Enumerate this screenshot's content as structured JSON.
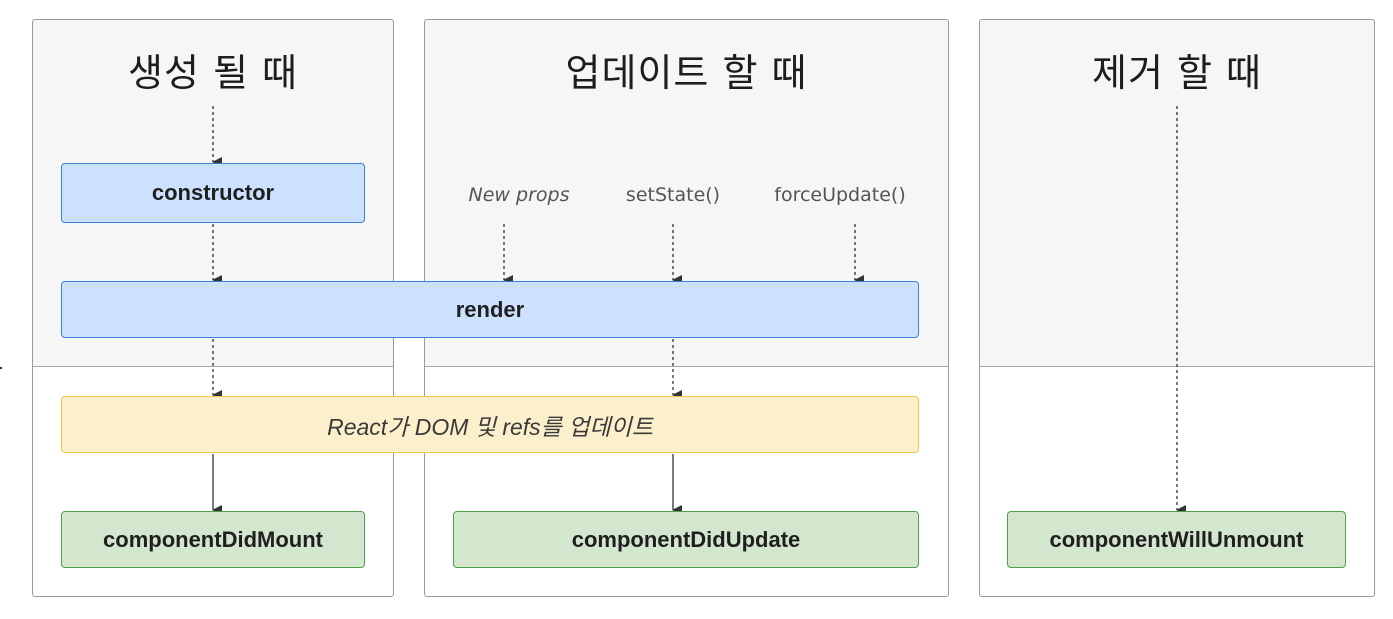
{
  "columns": [
    {
      "title": "생성 될 때"
    },
    {
      "title": "업데이트 할 때"
    },
    {
      "title": "제거 할 때"
    }
  ],
  "triggers": {
    "new_props": "New props",
    "set_state": "setState()",
    "force_update": "forceUpdate()"
  },
  "boxes": {
    "constructor": "constructor",
    "render": "render",
    "react_updates": "React가 DOM 및 refs를 업데이트",
    "did_mount": "componentDidMount",
    "did_update": "componentDidUpdate",
    "will_unmount": "componentWillUnmount"
  },
  "colors": {
    "render_phase_box": "#cce1fd",
    "commit_update_box": "#fcefcb",
    "lifecycle_method_box": "#d3e7cf"
  }
}
